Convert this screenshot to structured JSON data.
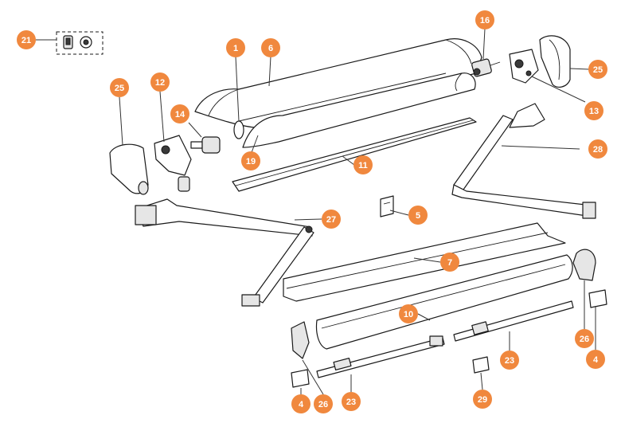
{
  "style": {
    "badge_color": "#f0883e",
    "line_color": "#1a1a1a",
    "background": "#ffffff"
  },
  "callouts": [
    {
      "id": "c21a",
      "label": "21"
    },
    {
      "id": "c1",
      "label": "1"
    },
    {
      "id": "c6",
      "label": "6"
    },
    {
      "id": "c16",
      "label": "16"
    },
    {
      "id": "c25a",
      "label": "25"
    },
    {
      "id": "c13",
      "label": "13"
    },
    {
      "id": "c12",
      "label": "12"
    },
    {
      "id": "c25b",
      "label": "25"
    },
    {
      "id": "c14",
      "label": "14"
    },
    {
      "id": "c19",
      "label": "19"
    },
    {
      "id": "c11",
      "label": "11"
    },
    {
      "id": "c28",
      "label": "28"
    },
    {
      "id": "c5",
      "label": "5"
    },
    {
      "id": "c27",
      "label": "27"
    },
    {
      "id": "c7",
      "label": "7"
    },
    {
      "id": "c10",
      "label": "10"
    },
    {
      "id": "c26a",
      "label": "26"
    },
    {
      "id": "c4a",
      "label": "4"
    },
    {
      "id": "c23a",
      "label": "23"
    },
    {
      "id": "c29",
      "label": "29"
    },
    {
      "id": "c23b",
      "label": "23"
    },
    {
      "id": "c4b",
      "label": "4"
    },
    {
      "id": "c26b",
      "label": "26"
    }
  ]
}
